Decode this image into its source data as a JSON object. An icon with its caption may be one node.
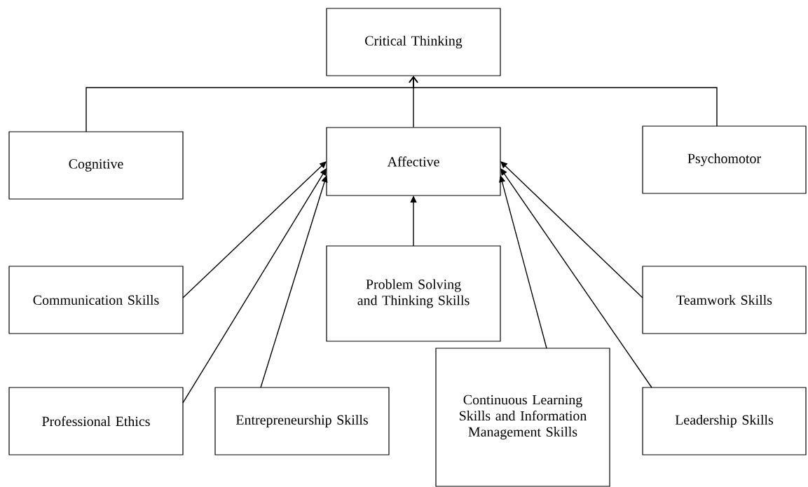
{
  "diagram": {
    "nodes": [
      {
        "text": [
          "Critical Thinking"
        ]
      },
      {
        "text": [
          "Cognitive"
        ]
      },
      {
        "text": [
          "Affective"
        ]
      },
      {
        "text": [
          "Psychomotor"
        ]
      },
      {
        "text": [
          "Communication Skills"
        ]
      },
      {
        "text": [
          "Problem Solving and Thinking Skills"
        ]
      },
      {
        "text": [
          "Teamwork Skills"
        ]
      },
      {
        "text": [
          "Professional Ethics"
        ]
      },
      {
        "text": [
          "Entrepreneurship Skills"
        ]
      },
      {
        "text": [
          "Continuous Learning Skills and Information Management Skills"
        ]
      },
      {
        "text": [
          "Leadership Skills"
        ]
      }
    ],
    "edges": [
      {
        "from": 1,
        "to": 0,
        "arrow": "to"
      },
      {
        "from": 2,
        "to": 0,
        "arrow": "to"
      },
      {
        "from": 3,
        "to": 0,
        "arrow": "to"
      },
      {
        "from": 4,
        "to": 2,
        "arrow": "to"
      },
      {
        "from": 7,
        "to": 2,
        "arrow": "to"
      },
      {
        "from": 8,
        "to": 2,
        "arrow": "to"
      },
      {
        "from": 5,
        "to": 2,
        "arrow": "to"
      },
      {
        "from": 9,
        "to": 2,
        "arrow": "to"
      },
      {
        "from": 10,
        "to": 2,
        "arrow": "to"
      },
      {
        "from": 6,
        "to": 2,
        "arrow": "to"
      }
    ]
  }
}
